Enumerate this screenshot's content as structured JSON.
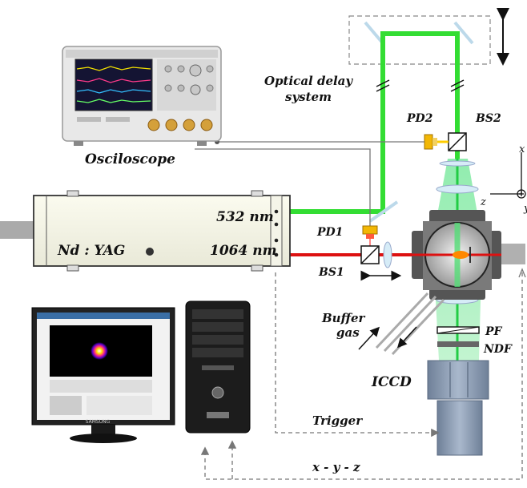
{
  "labels": {
    "optical_delay_line1": "Optical delay",
    "optical_delay_line2": "system",
    "oscilloscope": "Osciloscope",
    "laser_name": "Nd : YAG",
    "wavelength_green": "532 nm",
    "wavelength_ir": "1064 nm",
    "pd1": "PD1",
    "pd2": "PD2",
    "bs1": "BS1",
    "bs2": "BS2",
    "buffer_gas_line1": "Buffer",
    "buffer_gas_line2": "gas",
    "pf": "PF",
    "ndf": "NDF",
    "iccd": "ICCD",
    "trigger": "Trigger",
    "xyz": "x - y - z",
    "axis_z": "z",
    "axis_x": "x",
    "axis_y": "y"
  },
  "colors": {
    "green_beam": "#33dd33",
    "red_beam": "#dd1111",
    "plasma": "#ff8800",
    "dashed_link": "#777777"
  }
}
